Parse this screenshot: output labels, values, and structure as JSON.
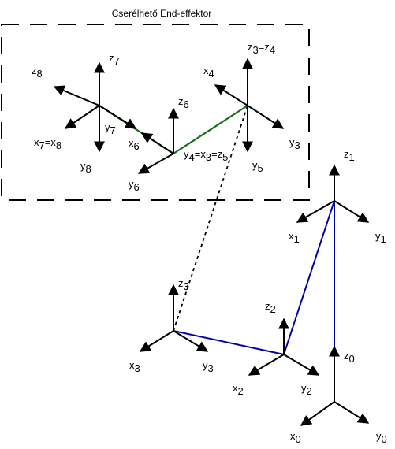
{
  "title": "Cserélhető End-effektor",
  "frames": {
    "f0": {
      "z": "z",
      "zs": "0",
      "x": "x",
      "xs": "0",
      "y": "y",
      "ys": "0"
    },
    "f1": {
      "z": "z",
      "zs": "1",
      "x": "x",
      "xs": "1",
      "y": "y",
      "ys": "1"
    },
    "f2": {
      "z": "z",
      "zs": "2",
      "x": "x",
      "xs": "2",
      "y": "y",
      "ys": "2"
    },
    "f3": {
      "z": "z",
      "zs": "3",
      "x": "x",
      "xs": "3",
      "y": "y",
      "ys": "3"
    },
    "f3b": {
      "z1": "z",
      "z1s": "3",
      "eq": "=z",
      "eqs": "4",
      "x": "x",
      "xs": "4",
      "y3": "y",
      "y3s": "3",
      "y5": "y",
      "y5s": "5"
    },
    "f4": {
      "a": "y",
      "as": "4",
      "b": "=x",
      "bs": "3",
      "c": "=z",
      "cs": "5",
      "z6": "z",
      "z6s": "6",
      "x6": "x",
      "x6s": "6",
      "y6": "y",
      "y6s": "6"
    },
    "f7": {
      "z8": "z",
      "z8s": "8",
      "z7": "z",
      "z7s": "7",
      "y7": "y",
      "y7s": "7",
      "x7": "x",
      "x7s": "7",
      "eq": "=x",
      "eqs": "8",
      "y8": "y",
      "y8s": "8"
    }
  },
  "colors": {
    "arm": "#0000aa",
    "effector": "#1a6b1a",
    "axis": "#000000"
  }
}
